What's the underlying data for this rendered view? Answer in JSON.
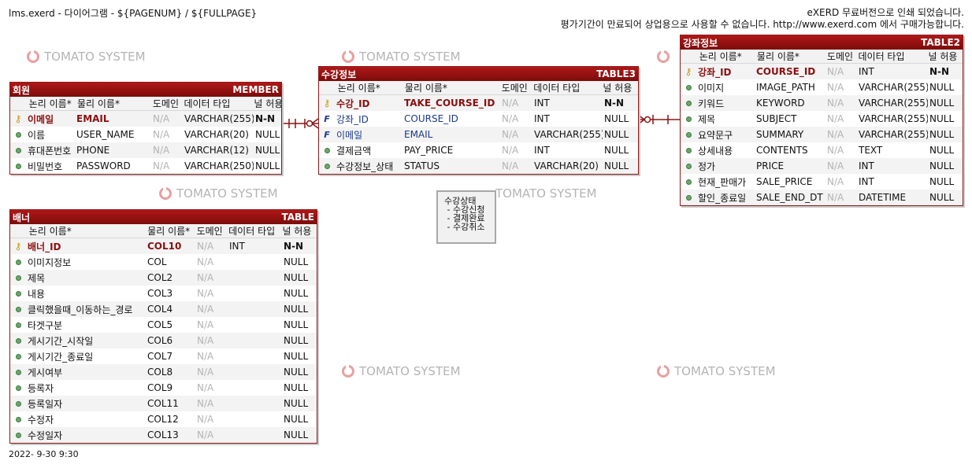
{
  "header": {
    "left": "lms.exerd - 다이어그램 - ${PAGENUM} / ${FULLPAGE}",
    "right_line1": "eXERD 무료버전으로 인쇄 되었습니다.",
    "right_line2": "평가기간이 만료되어 상업용으로 사용할 수 없습니다. http://www.exerd.com 에서 구매가능합니다."
  },
  "footer": {
    "timestamp": "2022- 9-30  9:30"
  },
  "watermark": {
    "text": "TOMATO SYSTEM"
  },
  "columns_header": {
    "logical": "논리 이름*",
    "physical": "물리 이름*",
    "domain": "도메인",
    "datatype": "데이터 타입",
    "nullable": "널 허용"
  },
  "tables": {
    "member": {
      "name": "회원",
      "physical": "MEMBER",
      "rows": [
        {
          "key": "pk",
          "logical": "이메일",
          "physical": "EMAIL",
          "domain": "N/A",
          "type": "VARCHAR(255)",
          "null": "N-N"
        },
        {
          "key": "none",
          "logical": "이름",
          "physical": "USER_NAME",
          "domain": "N/A",
          "type": "VARCHAR(20)",
          "null": "NULL"
        },
        {
          "key": "none",
          "logical": "휴대폰번호",
          "physical": "PHONE",
          "domain": "N/A",
          "type": "VARCHAR(12)",
          "null": "NULL"
        },
        {
          "key": "none",
          "logical": "비밀번호",
          "physical": "PASSWORD",
          "domain": "N/A",
          "type": "VARCHAR(250)",
          "null": "NULL"
        }
      ]
    },
    "take_course": {
      "name": "수강정보",
      "physical": "TABLE3",
      "rows": [
        {
          "key": "pk",
          "logical": "수강_ID",
          "physical": "TAKE_COURSE_ID",
          "domain": "N/A",
          "type": "INT",
          "null": "N-N"
        },
        {
          "key": "fk",
          "logical": "강좌_ID",
          "physical": "COURSE_ID",
          "domain": "N/A",
          "type": "INT",
          "null": "NULL"
        },
        {
          "key": "fk",
          "logical": "이메일",
          "physical": "EMAIL",
          "domain": "N/A",
          "type": "VARCHAR(255)",
          "null": "NULL"
        },
        {
          "key": "none",
          "logical": "결제금액",
          "physical": "PAY_PRICE",
          "domain": "N/A",
          "type": "INT",
          "null": "NULL"
        },
        {
          "key": "none",
          "logical": "수강정보_상태",
          "physical": "STATUS",
          "domain": "N/A",
          "type": "VARCHAR(20)",
          "null": "NULL"
        }
      ]
    },
    "course": {
      "name": "강좌정보",
      "physical": "TABLE2",
      "rows": [
        {
          "key": "pk",
          "logical": "강좌_ID",
          "physical": "COURSE_ID",
          "domain": "N/A",
          "type": "INT",
          "null": "N-N"
        },
        {
          "key": "none",
          "logical": "이미지",
          "physical": "IMAGE_PATH",
          "domain": "N/A",
          "type": "VARCHAR(255)",
          "null": "NULL"
        },
        {
          "key": "none",
          "logical": "키워드",
          "physical": "KEYWORD",
          "domain": "N/A",
          "type": "VARCHAR(255)",
          "null": "NULL"
        },
        {
          "key": "none",
          "logical": "제목",
          "physical": "SUBJECT",
          "domain": "N/A",
          "type": "VARCHAR(255)",
          "null": "NULL"
        },
        {
          "key": "none",
          "logical": "요약문구",
          "physical": "SUMMARY",
          "domain": "N/A",
          "type": "VARCHAR(255)",
          "null": "NULL"
        },
        {
          "key": "none",
          "logical": "상세내용",
          "physical": "CONTENTS",
          "domain": "N/A",
          "type": "TEXT",
          "null": "NULL"
        },
        {
          "key": "none",
          "logical": "정가",
          "physical": "PRICE",
          "domain": "N/A",
          "type": "INT",
          "null": "NULL"
        },
        {
          "key": "none",
          "logical": "현재_판매가",
          "physical": "SALE_PRICE",
          "domain": "N/A",
          "type": "INT",
          "null": "NULL"
        },
        {
          "key": "none",
          "logical": "할인_종료일",
          "physical": "SALE_END_DT",
          "domain": "N/A",
          "type": "DATETIME",
          "null": "NULL"
        }
      ]
    },
    "banner": {
      "name": "배너",
      "physical": "TABLE",
      "rows": [
        {
          "key": "pk",
          "logical": "배너_ID",
          "physical": "COL10",
          "domain": "N/A",
          "type": "INT",
          "null": "N-N"
        },
        {
          "key": "none",
          "logical": "이미지정보",
          "physical": "COL",
          "domain": "N/A",
          "type": "",
          "null": "NULL"
        },
        {
          "key": "none",
          "logical": "제목",
          "physical": "COL2",
          "domain": "N/A",
          "type": "",
          "null": "NULL"
        },
        {
          "key": "none",
          "logical": "내용",
          "physical": "COL3",
          "domain": "N/A",
          "type": "",
          "null": "NULL"
        },
        {
          "key": "none",
          "logical": "클릭했을때_이동하는_경로",
          "physical": "COL4",
          "domain": "N/A",
          "type": "",
          "null": "NULL"
        },
        {
          "key": "none",
          "logical": "타겟구분",
          "physical": "COL5",
          "domain": "N/A",
          "type": "",
          "null": "NULL"
        },
        {
          "key": "none",
          "logical": "게시기간_시작일",
          "physical": "COL6",
          "domain": "N/A",
          "type": "",
          "null": "NULL"
        },
        {
          "key": "none",
          "logical": "게시기간_종료일",
          "physical": "COL7",
          "domain": "N/A",
          "type": "",
          "null": "NULL"
        },
        {
          "key": "none",
          "logical": "게시여부",
          "physical": "COL8",
          "domain": "N/A",
          "type": "",
          "null": "NULL"
        },
        {
          "key": "none",
          "logical": "등록자",
          "physical": "COL9",
          "domain": "N/A",
          "type": "",
          "null": "NULL"
        },
        {
          "key": "none",
          "logical": "등록일자",
          "physical": "COL11",
          "domain": "N/A",
          "type": "",
          "null": "NULL"
        },
        {
          "key": "none",
          "logical": "수정자",
          "physical": "COL12",
          "domain": "N/A",
          "type": "",
          "null": "NULL"
        },
        {
          "key": "none",
          "logical": "수정일자",
          "physical": "COL13",
          "domain": "N/A",
          "type": "",
          "null": "NULL"
        }
      ]
    }
  },
  "note": {
    "text": "수강상태\n - 수강신청\n - 결제완료\n - 수강취소"
  }
}
